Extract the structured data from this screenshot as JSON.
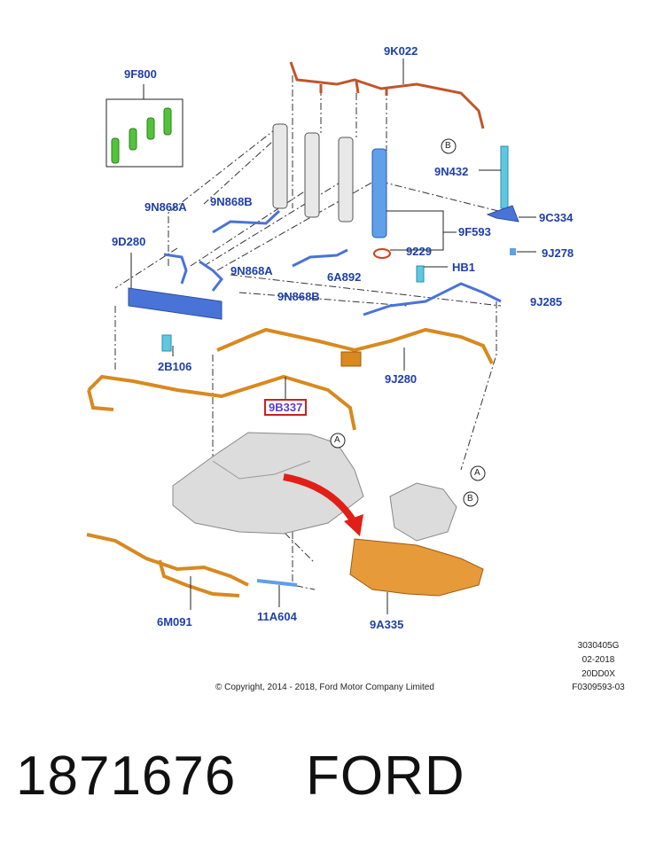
{
  "labels": {
    "9F800": "9F800",
    "9K022": "9K022",
    "9N432": "9N432",
    "9C334": "9C334",
    "9F593": "9F593",
    "9J278": "9J278",
    "9229": "9229",
    "HB1": "HB1",
    "6A892": "6A892",
    "9J285": "9J285",
    "9N868A_top": "9N868A",
    "9N868B_top": "9N868B",
    "9D280": "9D280",
    "9N868A_mid": "9N868A",
    "9N868B_bot": "9N868B",
    "2B106": "2B106",
    "9J280": "9J280",
    "9B337": "9B337",
    "6M091": "6M091",
    "11A604": "11A604",
    "9A335": "9A335"
  },
  "callouts": {
    "a": "A",
    "b": "B"
  },
  "meta": {
    "code1": "3030405G",
    "date": "02-2018",
    "code2": "20DD0X",
    "figure": "F0309593-03",
    "copyright": "© Copyright, 2014 - 2018, Ford Motor Company Limited"
  },
  "part_number": "1871676",
  "brand": "FORD",
  "colors": {
    "label": "#1f3fa8",
    "highlight_border": "#d0201c",
    "hose_orange": "#d8891f",
    "hose_rust": "#c0552a",
    "part_blue": "#4a73d8",
    "part_cyan": "#5fc8e0",
    "seal_green": "#52c43a",
    "arrow_red": "#e02018"
  }
}
